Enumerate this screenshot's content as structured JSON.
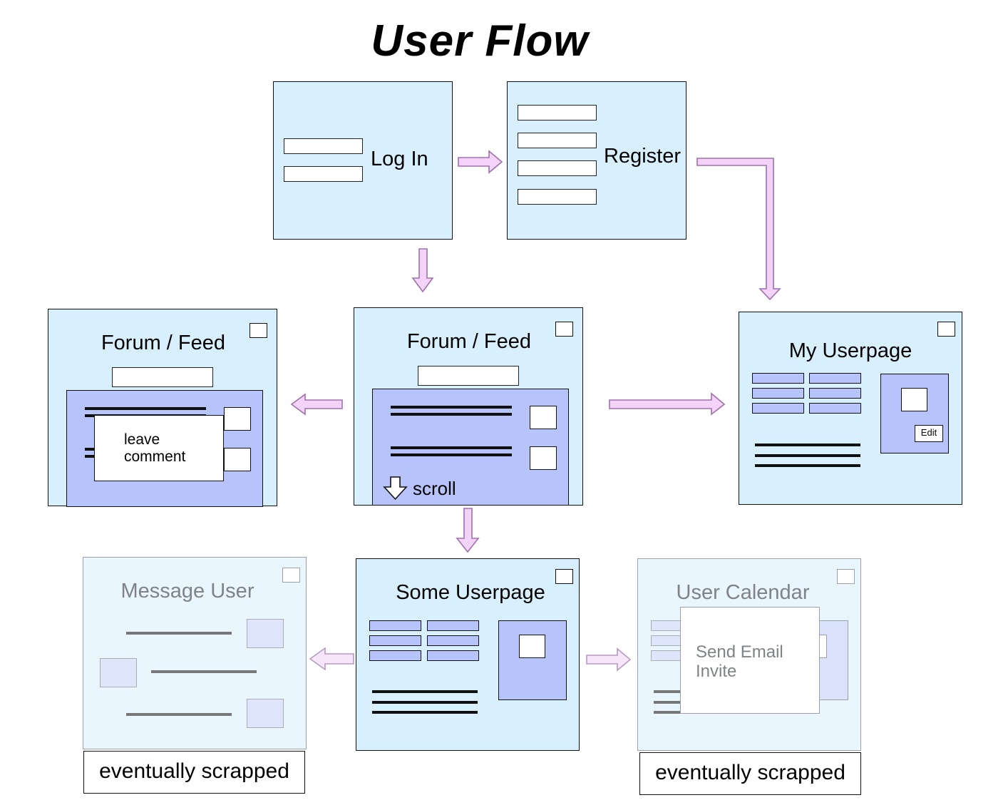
{
  "title": "User Flow",
  "screens": {
    "login": {
      "label": "Log In"
    },
    "register": {
      "label": "Register"
    },
    "forum_comment": {
      "label": "Forum / Feed",
      "popup": "leave\ncomment"
    },
    "forum_main": {
      "label": "Forum / Feed",
      "scroll_label": "scroll"
    },
    "my_userpage": {
      "label": "My Userpage",
      "edit_label": "Edit"
    },
    "message_user": {
      "label": "Message User",
      "note": "eventually scrapped"
    },
    "some_userpage": {
      "label": "Some Userpage"
    },
    "user_calendar": {
      "label": "User Calendar",
      "popup": "Send Email\nInvite",
      "note": "eventually scrapped"
    }
  },
  "colors": {
    "screen_fill": "#d8effd",
    "panel_fill": "#b6c4fb",
    "arrow_fill": "#f4d3f9",
    "arrow_stroke": "#a070b0"
  }
}
